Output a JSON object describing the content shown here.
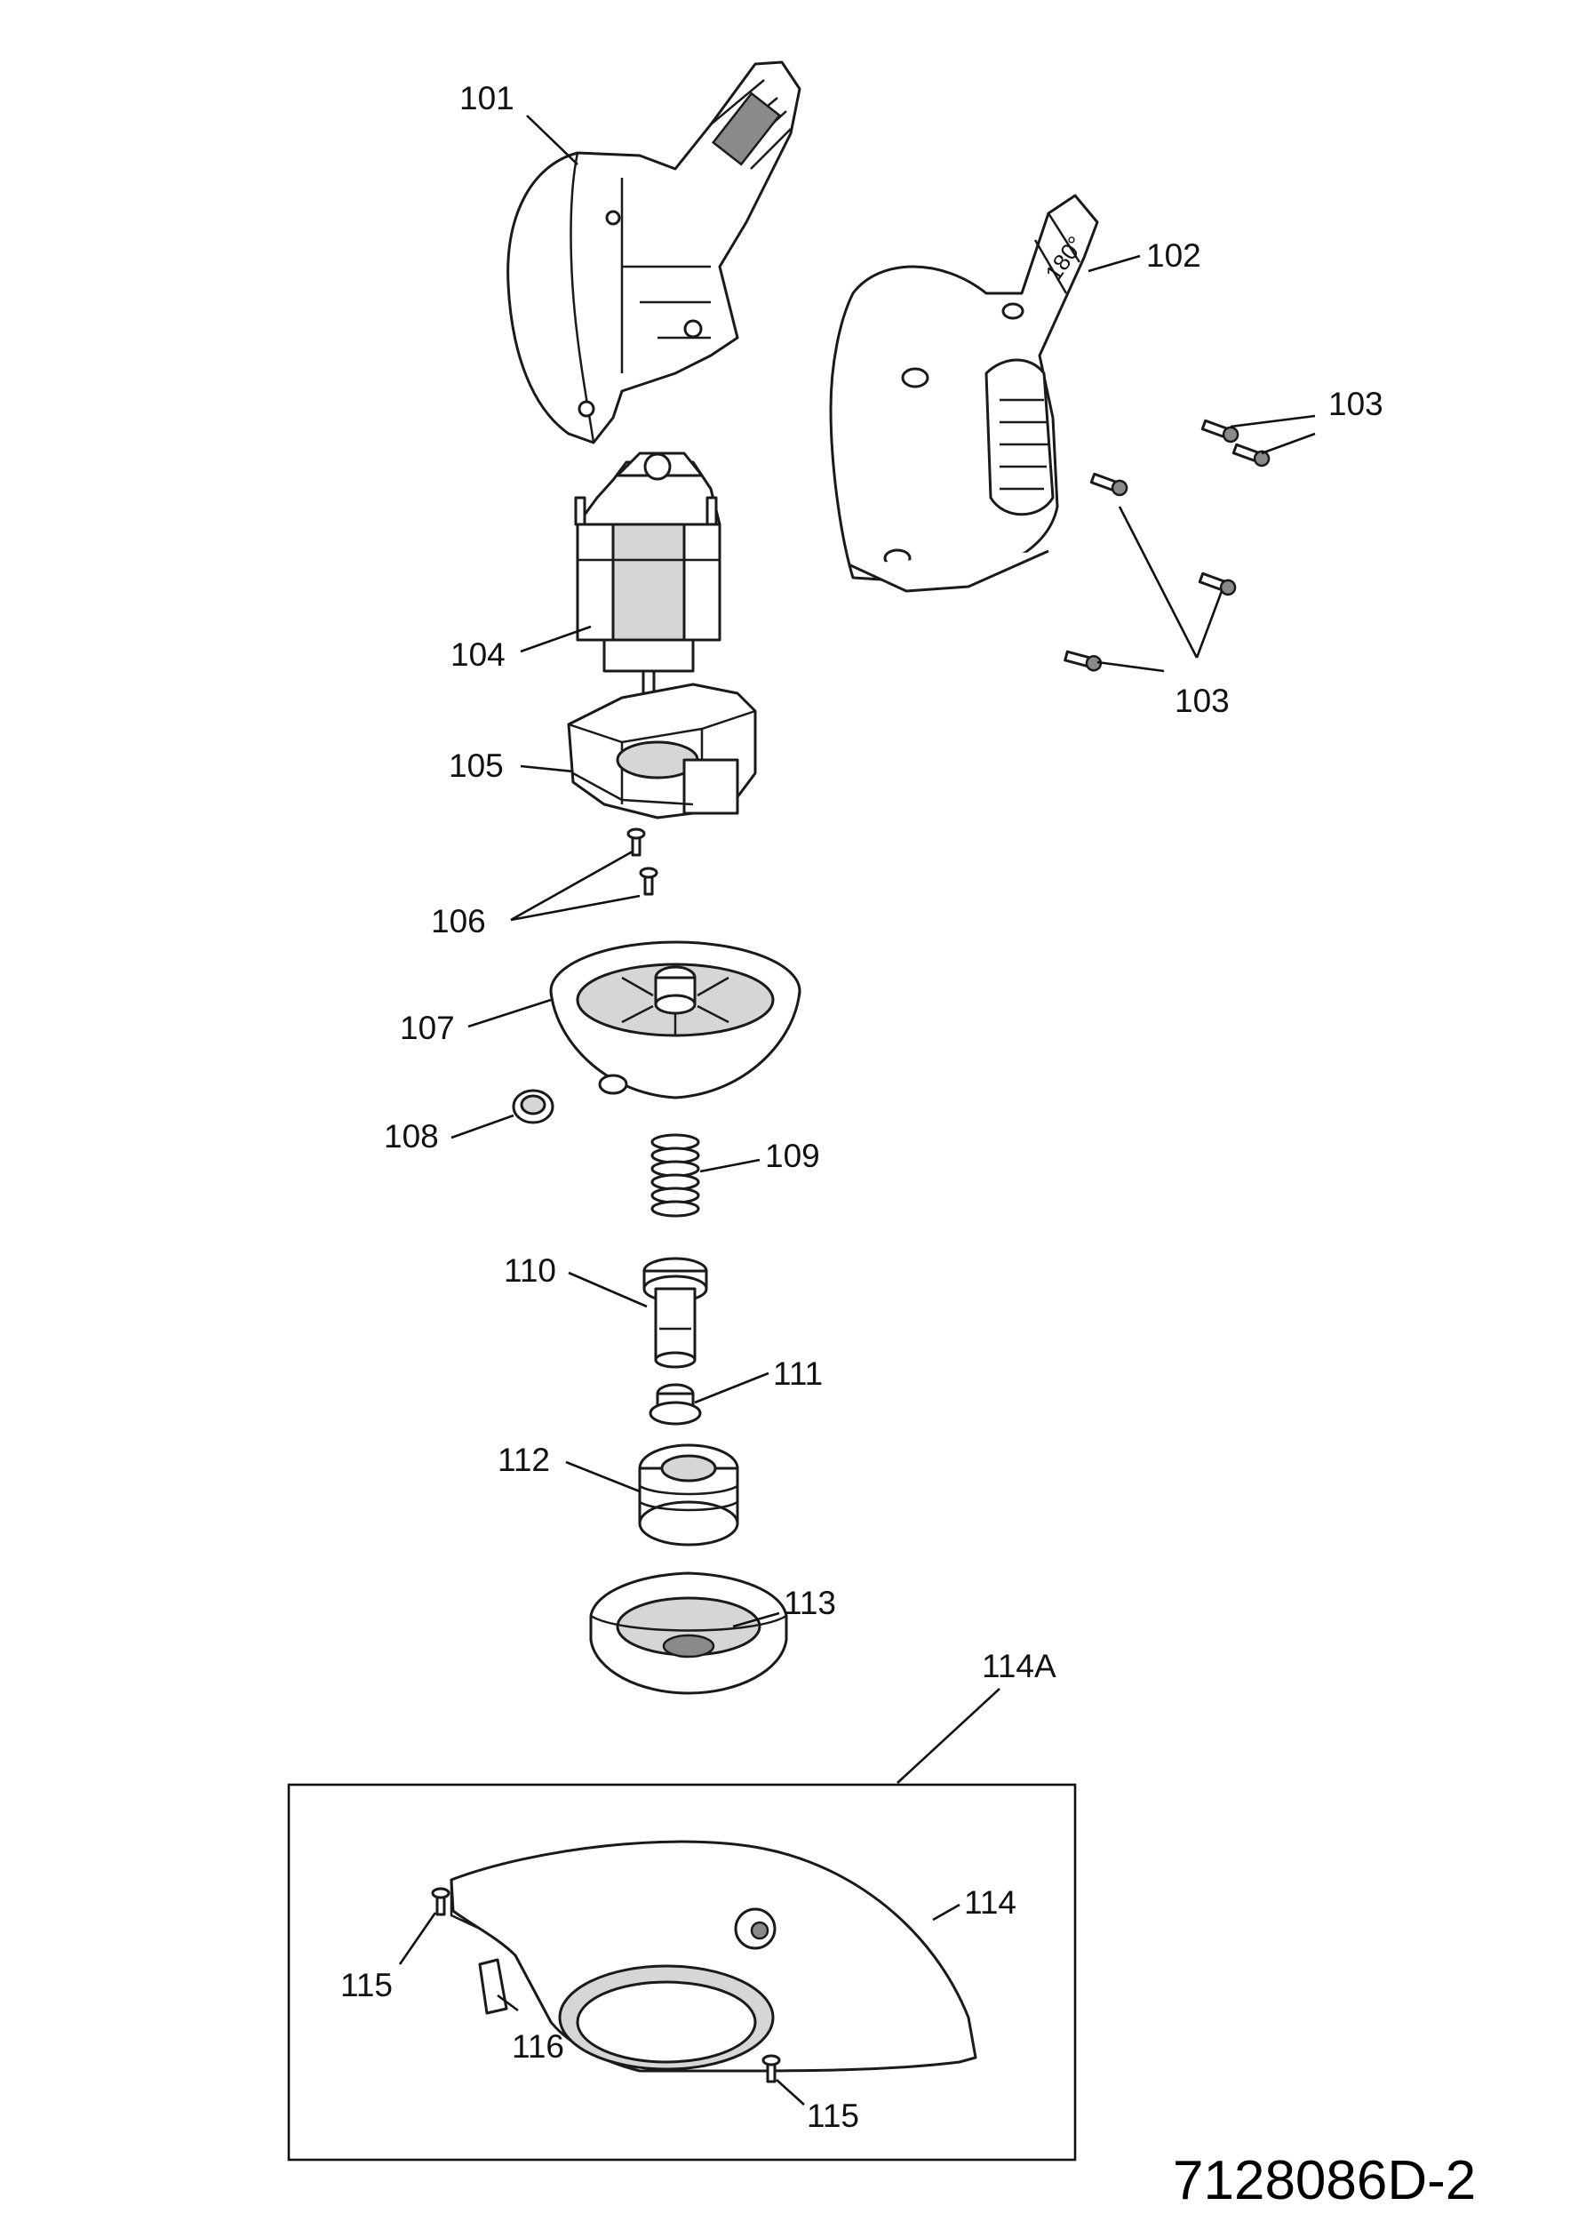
{
  "drawing_number": "7128086D-2",
  "part_labels": {
    "p101": "101",
    "p102": "102",
    "p103a": "103",
    "p103b": "103",
    "p104": "104",
    "p105": "105",
    "p106": "106",
    "p107": "107",
    "p108": "108",
    "p109": "109",
    "p110": "110",
    "p111": "111",
    "p112": "112",
    "p113": "113",
    "p114A": "114A",
    "p114": "114",
    "p115a": "115",
    "p115b": "115",
    "p116": "116"
  },
  "housing_marking": "180°"
}
